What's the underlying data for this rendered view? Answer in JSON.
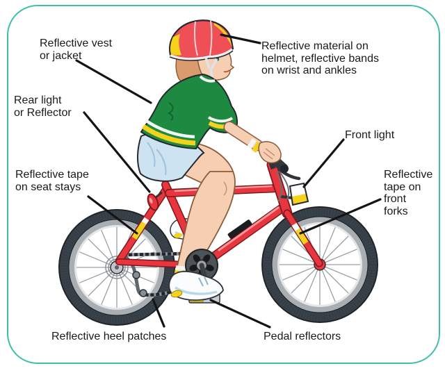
{
  "diagram": {
    "labels": {
      "vest": {
        "text": "Reflective vest\nor jacket"
      },
      "helmet": {
        "text": "Reflective material on\nhelmet, reflective bands\non wrist and ankles"
      },
      "rear_light": {
        "text": "Rear light\nor Reflector"
      },
      "front_light": {
        "text": "Front light"
      },
      "seat_stays": {
        "text": "Reflective tape\non seat stays"
      },
      "front_forks": {
        "text": "Reflective\ntape on\nfront\nforks"
      },
      "heel_patches": {
        "text": "Reflective heel patches"
      },
      "pedal_reflectors": {
        "text": "Pedal reflectors"
      }
    }
  },
  "colors": {
    "border": "#3FBFA9",
    "frame_red": "#E8363E",
    "helmet_red": "#EF4F57",
    "shirt_green": "#1E8A41",
    "reflective_yellow": "#F5D31D",
    "shorts_blue": "#CDE3F2",
    "skin": "#F6CEB2",
    "tire": "#39424A",
    "label_text": "#1A1A1A",
    "leader_line": "#141414"
  }
}
